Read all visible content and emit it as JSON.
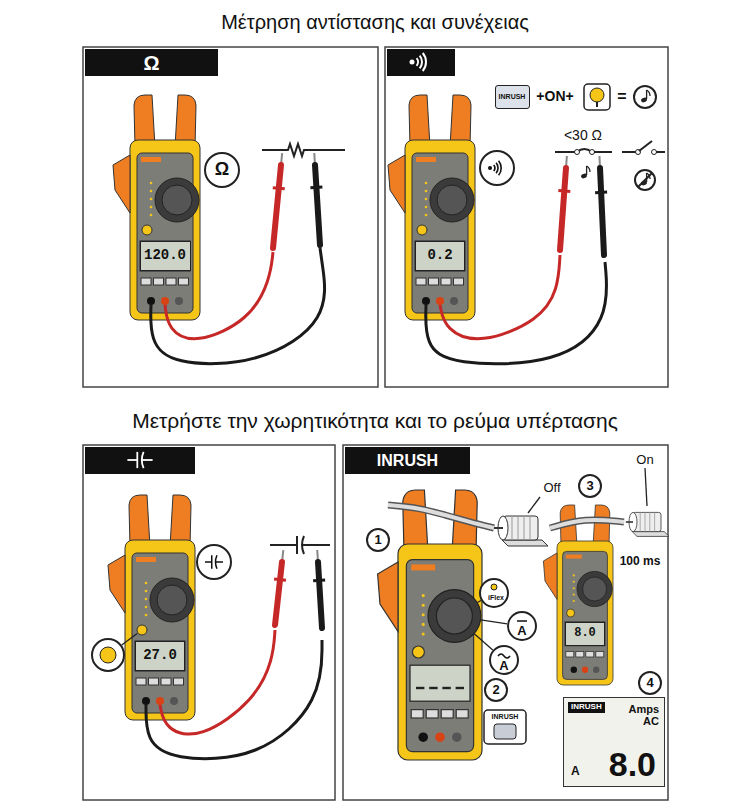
{
  "diagram": {
    "title": "Μέτρηση αντίστασης και συνέχειας",
    "nodes": [
      {
        "text": [
          "Ω"
        ]
      },
      {
        "text": [
          "Ω"
        ]
      },
      {
        "text": [
          "120.0"
        ]
      },
      {
        "text": [
          "0.2"
        ]
      },
      {
        "text": [
          "INRUSH"
        ]
      },
      {
        "text": [
          "27.0"
        ]
      },
      {
        "text": [
          "INRUSH"
        ]
      },
      {
        "text": [
          "INRUSH"
        ]
      },
      {
        "text": [
          "8.0"
        ]
      },
      {
        "text": [
          "INRUSH",
          "Amps AC",
          "A",
          "8.0"
        ]
      }
    ],
    "labels": [
      "Μετρήστε την χωρητικότητα και το ρεύμα υπέρτασης",
      "+ON+",
      "=",
      "<30 Ω",
      "1",
      "2",
      "3",
      "4",
      "Off",
      "On",
      "100 ms",
      "iFlex",
      "A",
      "A"
    ]
  }
}
